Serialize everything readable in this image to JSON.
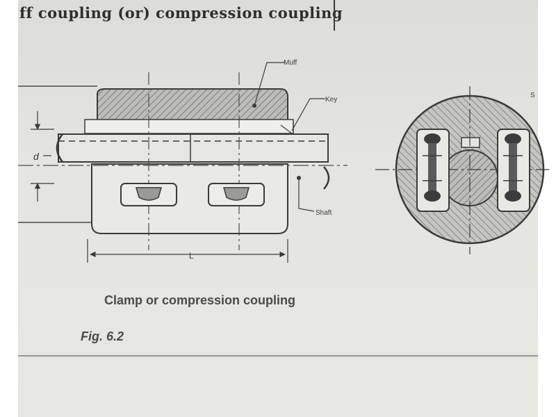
{
  "header": {
    "title": "ff coupling (or) compression coupling"
  },
  "diagram": {
    "labels": {
      "muff": "Muff",
      "key": "Key",
      "shaft": "Shaft",
      "diameter": "d",
      "length": "L",
      "section_marker": "S"
    }
  },
  "caption": "Clamp or compression coupling",
  "figure_label": "Fig. 6.2",
  "colors": {
    "paper": "#e4e4e0",
    "ink": "#3a3a3a",
    "hatch": "#6a6a6a"
  }
}
